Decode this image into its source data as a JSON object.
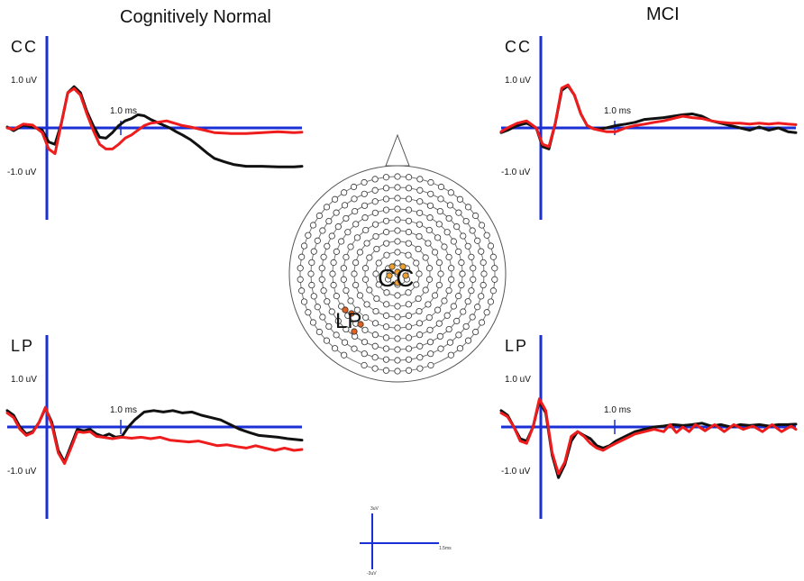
{
  "headings": {
    "left": "Cognitively Normal",
    "right": "MCI"
  },
  "colors": {
    "axis": "#1a2fd6",
    "black_trace": "#111111",
    "red_trace": "#ee1c1c",
    "electrode_highlight": "#f0a030",
    "electrode_highlight_lp": "#e06020"
  },
  "panels": {
    "cn_cc": {
      "label": "CC",
      "y_pos": "1.0 uV",
      "y_neg": "-1.0 uV",
      "time": "1.0 ms",
      "black": [
        [
          0,
          0.02
        ],
        [
          0.04,
          -0.06
        ],
        [
          0.1,
          0.06
        ],
        [
          0.16,
          0.02
        ],
        [
          0.22,
          -0.05
        ],
        [
          0.26,
          -0.3
        ],
        [
          0.3,
          -0.35
        ],
        [
          0.34,
          0.1
        ],
        [
          0.38,
          0.75
        ],
        [
          0.42,
          0.88
        ],
        [
          0.46,
          0.75
        ],
        [
          0.5,
          0.35
        ],
        [
          0.54,
          0.05
        ],
        [
          0.58,
          -0.2
        ],
        [
          0.62,
          -0.22
        ],
        [
          0.66,
          -0.1
        ],
        [
          0.7,
          0.05
        ],
        [
          0.74,
          0.15
        ],
        [
          0.78,
          0.2
        ],
        [
          0.82,
          0.28
        ],
        [
          0.86,
          0.26
        ],
        [
          0.9,
          0.18
        ],
        [
          0.94,
          0.12
        ],
        [
          0.98,
          0.06
        ],
        [
          1.02,
          0.0
        ],
        [
          1.06,
          -0.08
        ],
        [
          1.1,
          -0.15
        ],
        [
          1.15,
          -0.25
        ],
        [
          1.2,
          -0.38
        ],
        [
          1.26,
          -0.55
        ],
        [
          1.3,
          -0.65
        ],
        [
          1.36,
          -0.72
        ],
        [
          1.42,
          -0.78
        ],
        [
          1.5,
          -0.82
        ],
        [
          1.6,
          -0.82
        ],
        [
          1.7,
          -0.83
        ],
        [
          1.8,
          -0.83
        ],
        [
          1.85,
          -0.82
        ]
      ],
      "red": [
        [
          0,
          0.0
        ],
        [
          0.04,
          -0.03
        ],
        [
          0.1,
          0.08
        ],
        [
          0.16,
          0.06
        ],
        [
          0.22,
          -0.1
        ],
        [
          0.26,
          -0.45
        ],
        [
          0.3,
          -0.55
        ],
        [
          0.34,
          0.1
        ],
        [
          0.38,
          0.75
        ],
        [
          0.42,
          0.84
        ],
        [
          0.46,
          0.7
        ],
        [
          0.5,
          0.3
        ],
        [
          0.54,
          -0.05
        ],
        [
          0.58,
          -0.35
        ],
        [
          0.62,
          -0.45
        ],
        [
          0.66,
          -0.45
        ],
        [
          0.7,
          -0.35
        ],
        [
          0.74,
          -0.22
        ],
        [
          0.78,
          -0.15
        ],
        [
          0.82,
          -0.05
        ],
        [
          0.86,
          0.05
        ],
        [
          0.9,
          0.1
        ],
        [
          0.94,
          0.12
        ],
        [
          1.0,
          0.15
        ],
        [
          1.05,
          0.1
        ],
        [
          1.1,
          0.05
        ],
        [
          1.15,
          0.02
        ],
        [
          1.2,
          -0.02
        ],
        [
          1.3,
          -0.1
        ],
        [
          1.4,
          -0.12
        ],
        [
          1.5,
          -0.12
        ],
        [
          1.6,
          -0.1
        ],
        [
          1.7,
          -0.08
        ],
        [
          1.8,
          -0.1
        ],
        [
          1.85,
          -0.09
        ]
      ]
    },
    "mci_cc": {
      "label": "CC",
      "y_pos": "1.0 uV",
      "y_neg": "-1.0 uV",
      "time": "1.0 ms",
      "black": [
        [
          0,
          -0.1
        ],
        [
          0.04,
          -0.05
        ],
        [
          0.1,
          0.05
        ],
        [
          0.16,
          0.1
        ],
        [
          0.22,
          0.0
        ],
        [
          0.26,
          -0.4
        ],
        [
          0.3,
          -0.45
        ],
        [
          0.34,
          0.1
        ],
        [
          0.38,
          0.8
        ],
        [
          0.42,
          0.9
        ],
        [
          0.46,
          0.7
        ],
        [
          0.5,
          0.3
        ],
        [
          0.54,
          0.05
        ],
        [
          0.58,
          -0.02
        ],
        [
          0.62,
          -0.02
        ],
        [
          0.66,
          0.0
        ],
        [
          0.72,
          0.05
        ],
        [
          0.78,
          0.08
        ],
        [
          0.84,
          0.12
        ],
        [
          0.9,
          0.18
        ],
        [
          0.96,
          0.2
        ],
        [
          1.02,
          0.22
        ],
        [
          1.08,
          0.25
        ],
        [
          1.14,
          0.28
        ],
        [
          1.2,
          0.3
        ],
        [
          1.26,
          0.25
        ],
        [
          1.32,
          0.15
        ],
        [
          1.38,
          0.1
        ],
        [
          1.44,
          0.05
        ],
        [
          1.5,
          0.0
        ],
        [
          1.56,
          -0.05
        ],
        [
          1.62,
          0.02
        ],
        [
          1.68,
          -0.05
        ],
        [
          1.74,
          0.0
        ],
        [
          1.8,
          -0.08
        ],
        [
          1.85,
          -0.1
        ]
      ],
      "red": [
        [
          0,
          -0.08
        ],
        [
          0.04,
          0.0
        ],
        [
          0.1,
          0.1
        ],
        [
          0.16,
          0.15
        ],
        [
          0.22,
          0.0
        ],
        [
          0.26,
          -0.35
        ],
        [
          0.3,
          -0.4
        ],
        [
          0.34,
          0.1
        ],
        [
          0.38,
          0.85
        ],
        [
          0.42,
          0.92
        ],
        [
          0.46,
          0.7
        ],
        [
          0.5,
          0.3
        ],
        [
          0.54,
          0.05
        ],
        [
          0.58,
          -0.02
        ],
        [
          0.62,
          -0.05
        ],
        [
          0.66,
          -0.08
        ],
        [
          0.72,
          -0.08
        ],
        [
          0.78,
          0.0
        ],
        [
          0.84,
          0.05
        ],
        [
          0.9,
          0.08
        ],
        [
          0.96,
          0.12
        ],
        [
          1.02,
          0.15
        ],
        [
          1.08,
          0.2
        ],
        [
          1.14,
          0.25
        ],
        [
          1.2,
          0.22
        ],
        [
          1.26,
          0.2
        ],
        [
          1.32,
          0.15
        ],
        [
          1.38,
          0.12
        ],
        [
          1.44,
          0.1
        ],
        [
          1.5,
          0.1
        ],
        [
          1.56,
          0.08
        ],
        [
          1.62,
          0.1
        ],
        [
          1.68,
          0.08
        ],
        [
          1.74,
          0.1
        ],
        [
          1.8,
          0.08
        ],
        [
          1.85,
          0.07
        ]
      ]
    },
    "cn_lp": {
      "label": "LP",
      "y_pos": "1.0 uV",
      "y_neg": "-1.0 uV",
      "time": "1.0 ms",
      "black": [
        [
          0,
          0.35
        ],
        [
          0.04,
          0.25
        ],
        [
          0.08,
          0.0
        ],
        [
          0.12,
          -0.15
        ],
        [
          0.16,
          -0.1
        ],
        [
          0.2,
          0.1
        ],
        [
          0.24,
          0.4
        ],
        [
          0.28,
          0.1
        ],
        [
          0.32,
          -0.5
        ],
        [
          0.36,
          -0.75
        ],
        [
          0.4,
          -0.4
        ],
        [
          0.44,
          -0.05
        ],
        [
          0.48,
          -0.08
        ],
        [
          0.52,
          -0.05
        ],
        [
          0.56,
          -0.15
        ],
        [
          0.6,
          -0.2
        ],
        [
          0.64,
          -0.15
        ],
        [
          0.68,
          -0.22
        ],
        [
          0.72,
          -0.2
        ],
        [
          0.76,
          0.0
        ],
        [
          0.8,
          0.15
        ],
        [
          0.86,
          0.32
        ],
        [
          0.92,
          0.35
        ],
        [
          0.98,
          0.32
        ],
        [
          1.04,
          0.35
        ],
        [
          1.1,
          0.3
        ],
        [
          1.16,
          0.32
        ],
        [
          1.22,
          0.25
        ],
        [
          1.28,
          0.2
        ],
        [
          1.34,
          0.15
        ],
        [
          1.4,
          0.05
        ],
        [
          1.46,
          -0.05
        ],
        [
          1.52,
          -0.12
        ],
        [
          1.58,
          -0.18
        ],
        [
          1.64,
          -0.2
        ],
        [
          1.7,
          -0.22
        ],
        [
          1.76,
          -0.25
        ],
        [
          1.85,
          -0.28
        ]
      ],
      "red": [
        [
          0,
          0.3
        ],
        [
          0.04,
          0.2
        ],
        [
          0.08,
          -0.05
        ],
        [
          0.12,
          -0.18
        ],
        [
          0.16,
          -0.12
        ],
        [
          0.2,
          0.1
        ],
        [
          0.24,
          0.42
        ],
        [
          0.28,
          0.05
        ],
        [
          0.32,
          -0.55
        ],
        [
          0.36,
          -0.78
        ],
        [
          0.4,
          -0.45
        ],
        [
          0.44,
          -0.1
        ],
        [
          0.48,
          -0.12
        ],
        [
          0.52,
          -0.1
        ],
        [
          0.56,
          -0.2
        ],
        [
          0.6,
          -0.22
        ],
        [
          0.66,
          -0.25
        ],
        [
          0.72,
          -0.22
        ],
        [
          0.78,
          -0.24
        ],
        [
          0.84,
          -0.22
        ],
        [
          0.9,
          -0.25
        ],
        [
          0.96,
          -0.22
        ],
        [
          1.02,
          -0.28
        ],
        [
          1.08,
          -0.3
        ],
        [
          1.14,
          -0.32
        ],
        [
          1.2,
          -0.3
        ],
        [
          1.26,
          -0.35
        ],
        [
          1.32,
          -0.4
        ],
        [
          1.38,
          -0.38
        ],
        [
          1.44,
          -0.42
        ],
        [
          1.5,
          -0.45
        ],
        [
          1.56,
          -0.4
        ],
        [
          1.62,
          -0.45
        ],
        [
          1.68,
          -0.5
        ],
        [
          1.74,
          -0.45
        ],
        [
          1.8,
          -0.5
        ],
        [
          1.85,
          -0.48
        ]
      ]
    },
    "mci_lp": {
      "label": "LP",
      "y_pos": "1.0 uV",
      "y_neg": "-1.0 uV",
      "time": "1.0 ms",
      "black": [
        [
          0,
          0.35
        ],
        [
          0.04,
          0.25
        ],
        [
          0.08,
          0.0
        ],
        [
          0.12,
          -0.25
        ],
        [
          0.16,
          -0.3
        ],
        [
          0.2,
          0.0
        ],
        [
          0.24,
          0.55
        ],
        [
          0.28,
          0.3
        ],
        [
          0.32,
          -0.6
        ],
        [
          0.36,
          -1.08
        ],
        [
          0.4,
          -0.8
        ],
        [
          0.44,
          -0.3
        ],
        [
          0.48,
          -0.1
        ],
        [
          0.52,
          -0.18
        ],
        [
          0.56,
          -0.25
        ],
        [
          0.6,
          -0.4
        ],
        [
          0.64,
          -0.45
        ],
        [
          0.68,
          -0.4
        ],
        [
          0.72,
          -0.3
        ],
        [
          0.78,
          -0.2
        ],
        [
          0.84,
          -0.1
        ],
        [
          0.9,
          -0.05
        ],
        [
          0.96,
          0.0
        ],
        [
          1.02,
          0.02
        ],
        [
          1.08,
          0.05
        ],
        [
          1.14,
          0.03
        ],
        [
          1.2,
          0.05
        ],
        [
          1.26,
          0.08
        ],
        [
          1.32,
          0.02
        ],
        [
          1.38,
          0.05
        ],
        [
          1.44,
          0.0
        ],
        [
          1.5,
          0.05
        ],
        [
          1.56,
          0.03
        ],
        [
          1.62,
          0.05
        ],
        [
          1.68,
          0.02
        ],
        [
          1.74,
          0.05
        ],
        [
          1.8,
          0.05
        ],
        [
          1.85,
          0.06
        ]
      ],
      "red": [
        [
          0,
          0.3
        ],
        [
          0.04,
          0.22
        ],
        [
          0.08,
          0.0
        ],
        [
          0.12,
          -0.3
        ],
        [
          0.16,
          -0.35
        ],
        [
          0.2,
          0.0
        ],
        [
          0.24,
          0.6
        ],
        [
          0.28,
          0.35
        ],
        [
          0.32,
          -0.55
        ],
        [
          0.36,
          -1.0
        ],
        [
          0.4,
          -0.75
        ],
        [
          0.44,
          -0.2
        ],
        [
          0.48,
          -0.1
        ],
        [
          0.52,
          -0.2
        ],
        [
          0.56,
          -0.35
        ],
        [
          0.6,
          -0.45
        ],
        [
          0.64,
          -0.5
        ],
        [
          0.68,
          -0.42
        ],
        [
          0.72,
          -0.35
        ],
        [
          0.78,
          -0.25
        ],
        [
          0.84,
          -0.15
        ],
        [
          0.9,
          -0.1
        ],
        [
          0.96,
          -0.05
        ],
        [
          1.02,
          -0.1
        ],
        [
          1.06,
          0.05
        ],
        [
          1.1,
          -0.12
        ],
        [
          1.14,
          0.0
        ],
        [
          1.18,
          -0.1
        ],
        [
          1.22,
          0.05
        ],
        [
          1.28,
          -0.08
        ],
        [
          1.34,
          0.05
        ],
        [
          1.4,
          -0.1
        ],
        [
          1.46,
          0.05
        ],
        [
          1.52,
          -0.05
        ],
        [
          1.58,
          0.02
        ],
        [
          1.64,
          -0.1
        ],
        [
          1.7,
          0.05
        ],
        [
          1.76,
          -0.1
        ],
        [
          1.82,
          0.02
        ],
        [
          1.85,
          -0.05
        ]
      ]
    }
  },
  "headmap": {
    "cc_label": "CC",
    "lp_label": "LP"
  },
  "scalebar": {
    "top": "3uV",
    "bottom": "-3uV",
    "right": "1.5ms"
  }
}
